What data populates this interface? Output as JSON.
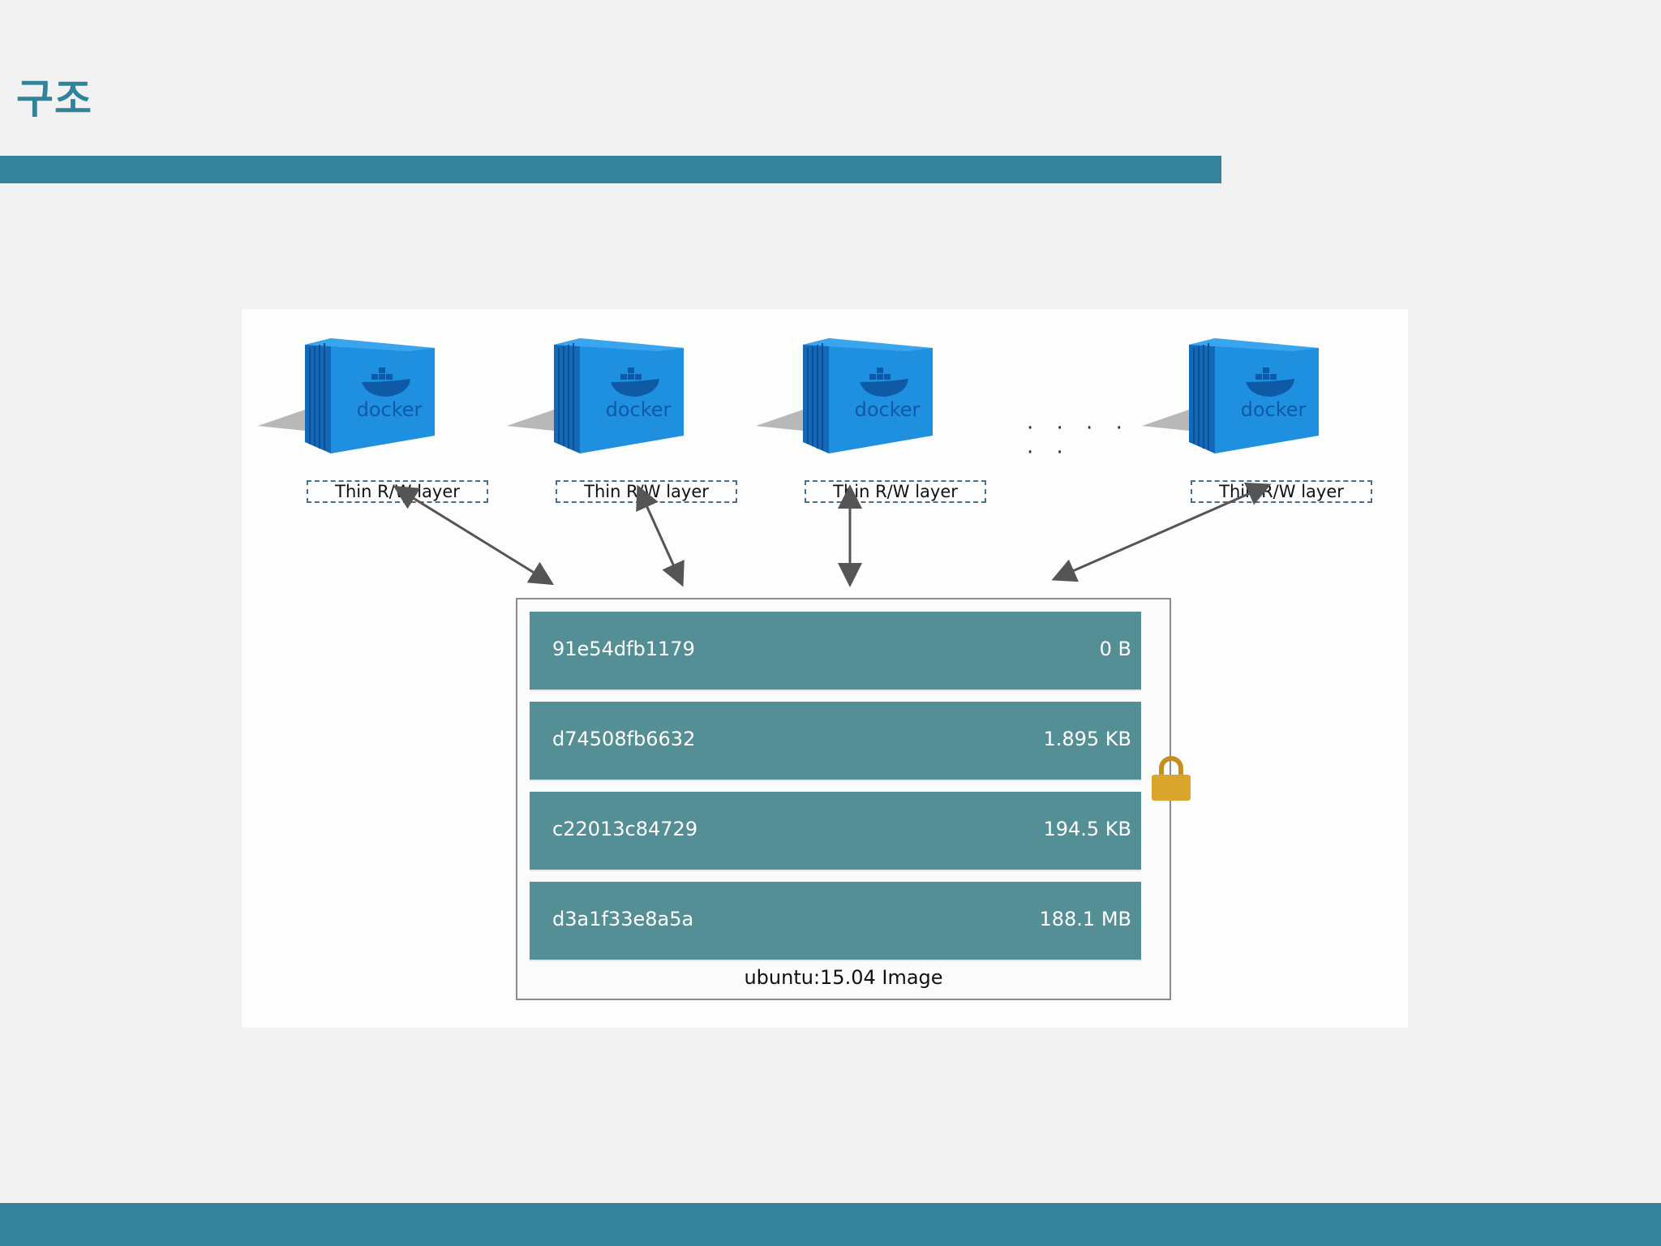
{
  "slide": {
    "title": "구조"
  },
  "colors": {
    "accent": "#34849d",
    "layer_fill": "#548f95",
    "container_blue": "#1f8fe0",
    "lock_gold": "#d9a52a"
  },
  "diagram": {
    "containers": [
      {
        "logo": "docker",
        "layer_label": "Thin R/W layer"
      },
      {
        "logo": "docker",
        "layer_label": "Thin R/W layer"
      },
      {
        "logo": "docker",
        "layer_label": "Thin R/W layer"
      },
      {
        "logo": "docker",
        "layer_label": "Thin R/W layer"
      }
    ],
    "ellipsis": "· · · · · ·",
    "image": {
      "caption": "ubuntu:15.04 Image",
      "layers": [
        {
          "id": "91e54dfb1179",
          "size": "0 B"
        },
        {
          "id": "d74508fb6632",
          "size": "1.895 KB"
        },
        {
          "id": "c22013c84729",
          "size": "194.5 KB"
        },
        {
          "id": "d3a1f33e8a5a",
          "size": "188.1 MB"
        }
      ]
    },
    "icons": [
      "container-icon",
      "docker-whale-icon",
      "lock-icon",
      "arrow-icon"
    ]
  }
}
